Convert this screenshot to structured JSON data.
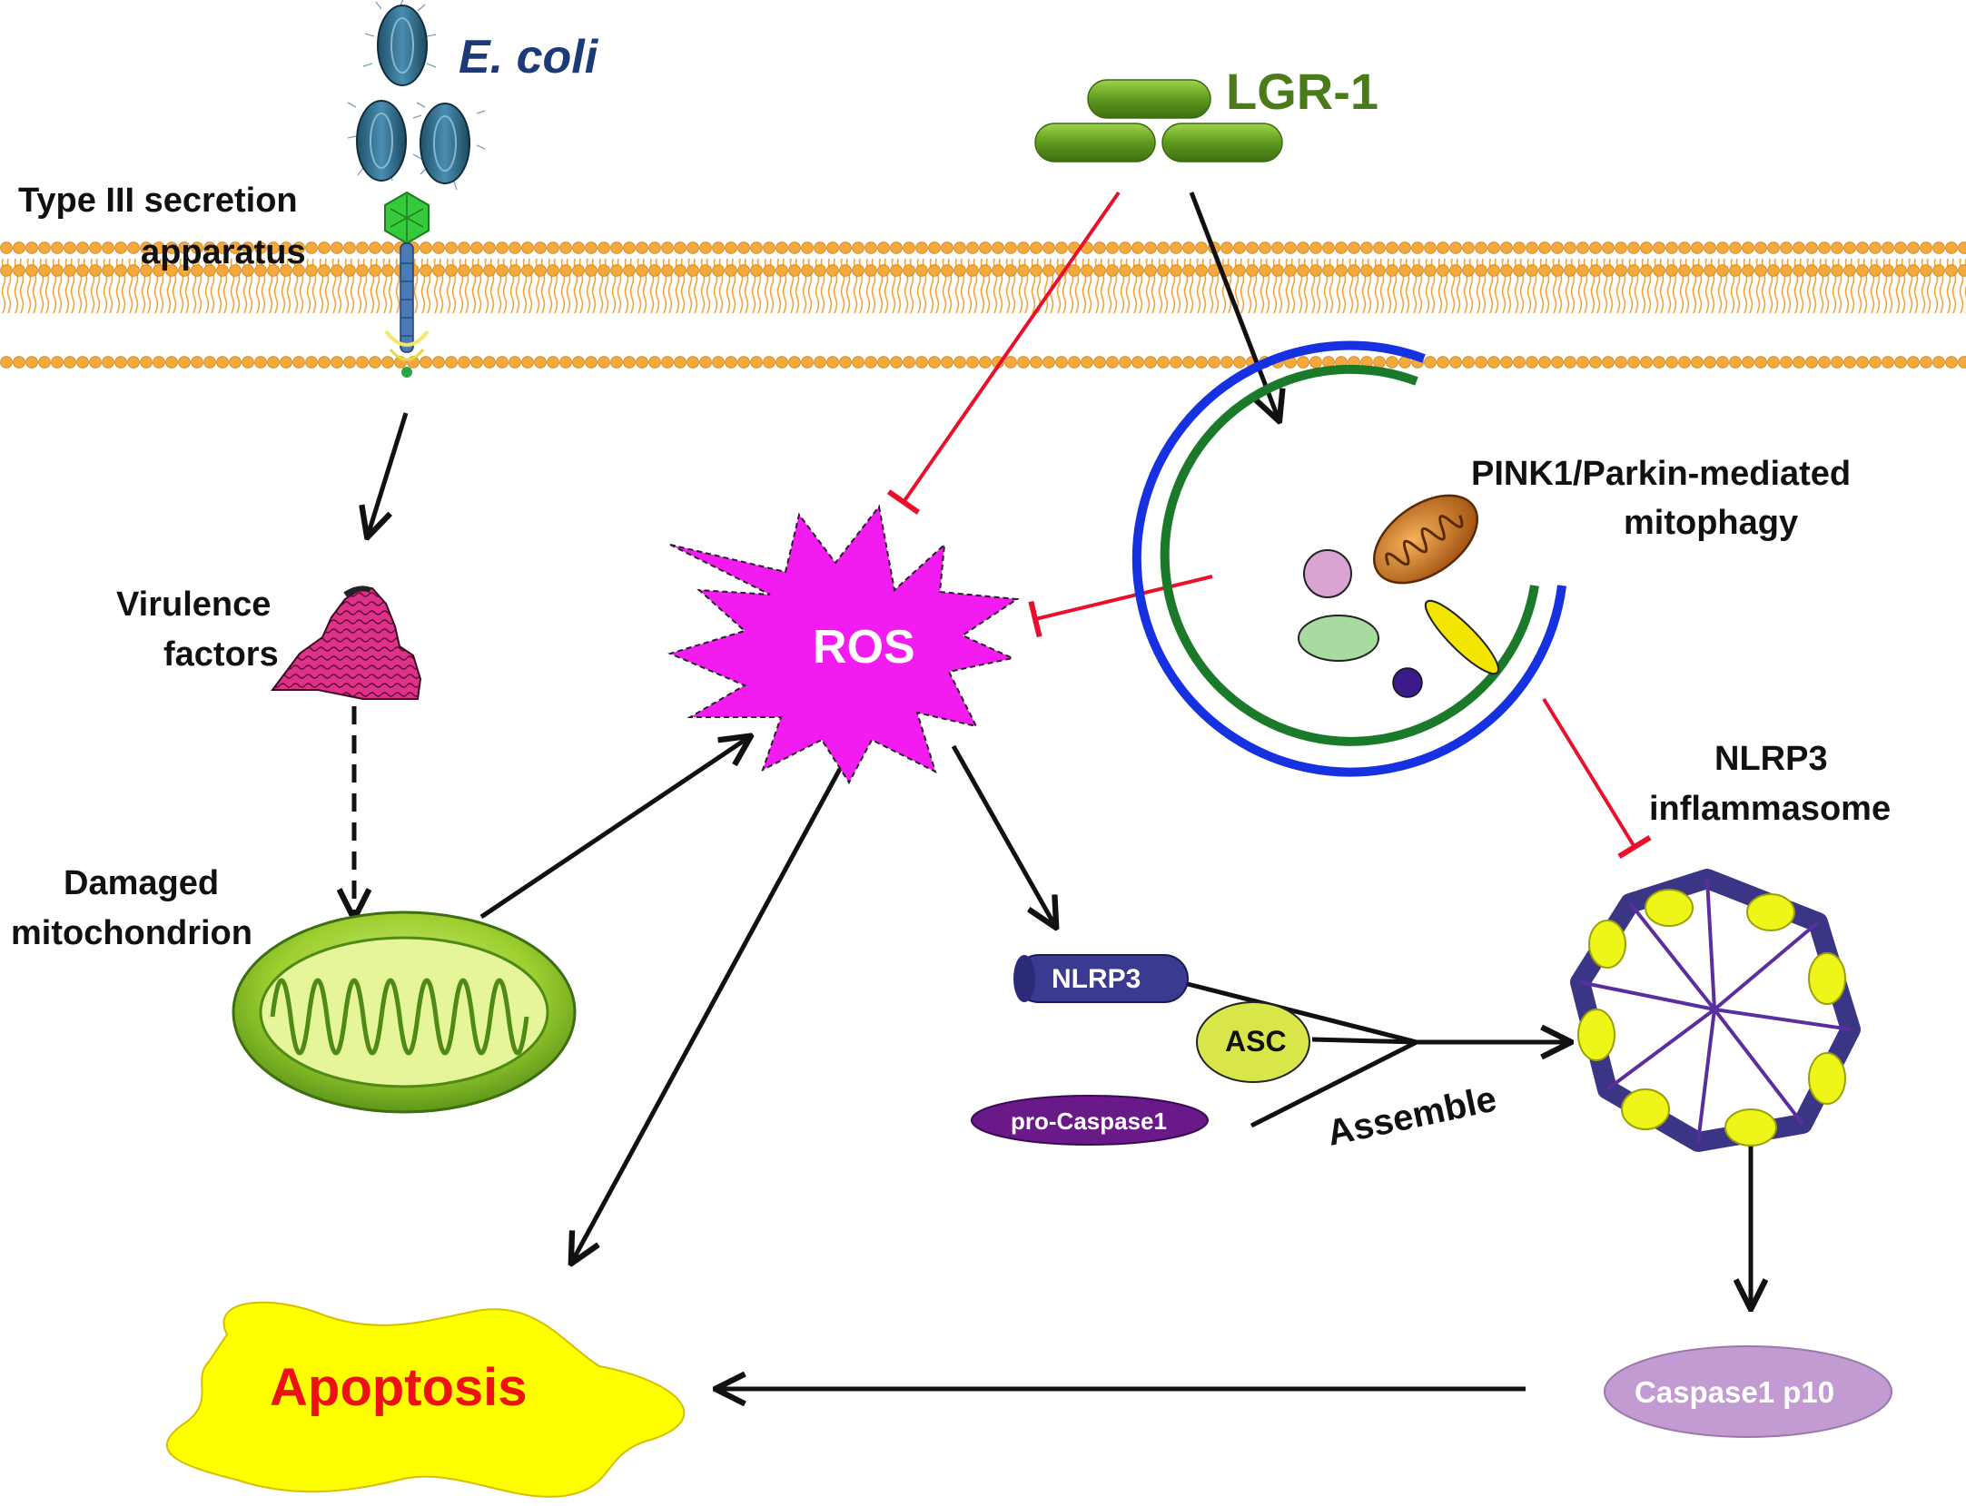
{
  "labels": {
    "ecoli": "E. coli",
    "lgr1": "LGR-1",
    "type3_line1": "Type III secretion",
    "type3_line2": "apparatus",
    "pink1_line1": "PINK1/Parkin-mediated",
    "pink1_line2": "mitophagy",
    "virulence_line1": "Virulence",
    "virulence_line2": "factors",
    "ros": "ROS",
    "nlrp3_inflammasome_line1": "NLRP3",
    "nlrp3_inflammasome_line2": "inflammasome",
    "damaged_line1": "Damaged",
    "damaged_line2": "mitochondrion",
    "nlrp3_pill": "NLRP3",
    "asc": "ASC",
    "pro_caspase1": "pro-Caspase1",
    "assemble": "Assemble",
    "apoptosis": "Apoptosis",
    "caspase1_p10": "Caspase1 p10"
  },
  "colors": {
    "arrow": "#111111",
    "inhibit": "#e8102a",
    "ros_fill": "#f21cf0",
    "apoptosis_fill": "#ffff00",
    "apoptosis_text": "#ee1111",
    "lgr1_text": "#4a7a1a",
    "ecoli_text": "#1d3a78",
    "membrane_head": "#f2a53a",
    "phagophore_outer": "#1531e0",
    "phagophore_inner": "#1b7a2a",
    "inflammasome_frame": "#3a3585",
    "caspase_p10": "#c39bd3"
  }
}
